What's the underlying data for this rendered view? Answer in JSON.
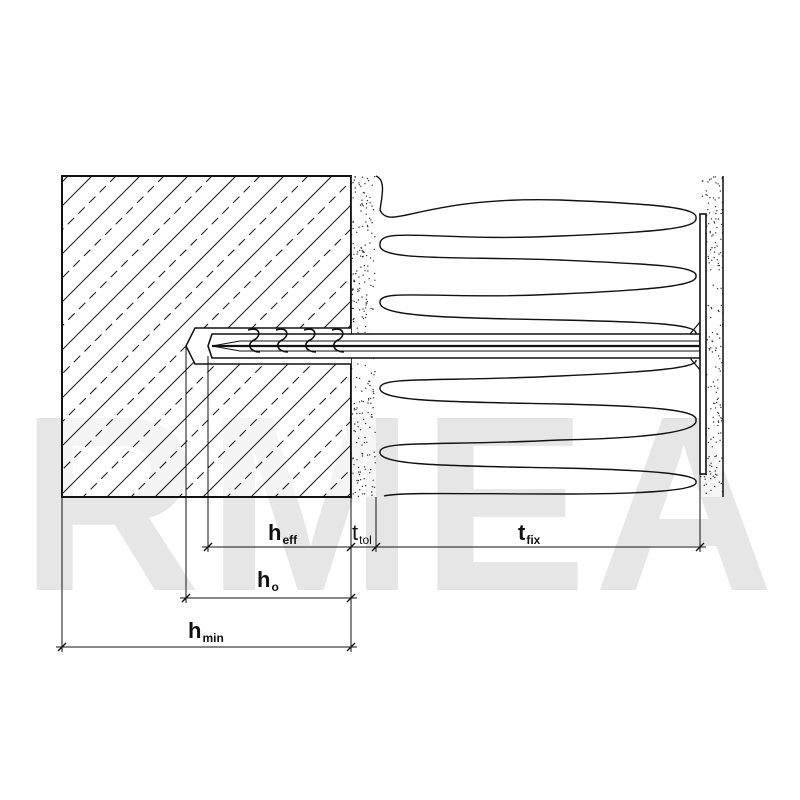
{
  "watermark": "RMEA",
  "dimensions": {
    "heff": {
      "symbol": "h",
      "subscript": "eff"
    },
    "ttol": {
      "symbol": "t",
      "subscript": "tol"
    },
    "tfix": {
      "symbol": "t",
      "subscript": "fix"
    },
    "h0": {
      "symbol": "h",
      "subscript": "o"
    },
    "hmin": {
      "symbol": "h",
      "subscript": "min"
    }
  }
}
